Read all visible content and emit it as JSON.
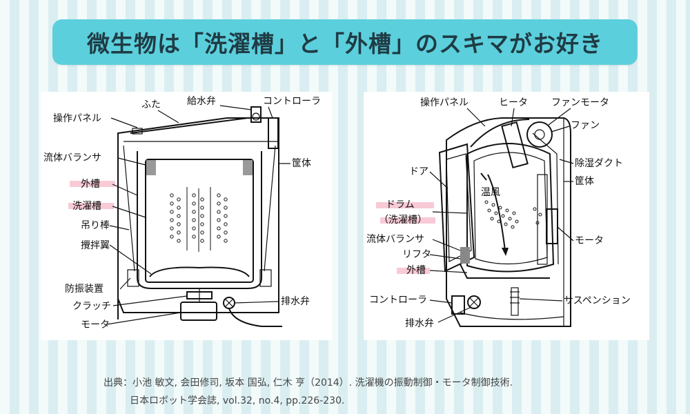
{
  "title": "微生物は「洗濯槽」と「外槽」のスキマがお好き",
  "left_diagram": {
    "labels": {
      "lid": "ふた",
      "water_valve": "給水弁",
      "controller": "コントローラ",
      "control_panel": "操作パネル",
      "fluid_balancer": "流体バランサ",
      "cabinet": "筐体",
      "outer_tub": "外槽",
      "washing_tub": "洗濯槽",
      "suspension_rod": "吊り棒",
      "agitator": "攪拌翼",
      "vibration_damper": "防振装置",
      "clutch": "クラッチ",
      "motor": "モータ",
      "drain_valve": "排水弁"
    }
  },
  "right_diagram": {
    "labels": {
      "control_panel": "操作パネル",
      "heater": "ヒータ",
      "fan_motor": "ファンモータ",
      "fan": "ファン",
      "dehumid_duct": "除湿ダクト",
      "cabinet": "筐体",
      "door": "ドア",
      "warm_air": "温風",
      "drum": "ドラム",
      "drum_note": "（洗濯槽）",
      "fluid_balancer": "流体バランサ",
      "lifter": "リフタ",
      "outer_tub": "外槽",
      "motor": "モータ",
      "controller": "コントローラ",
      "suspension": "サスペンション",
      "drain_valve": "排水弁"
    }
  },
  "citation": {
    "line1": "出典：小池 敏文, 会田修司, 坂本 国弘, 仁木 亨（2014）. 洗濯機の振動制御・モータ制御技術.",
    "line2": "日本ロボット学会誌, vol.32, no.4, pp.226-230."
  },
  "colors": {
    "title_bg": "#5ccfdc",
    "highlight": "#f5b8c8",
    "background": "#e3f3f5"
  }
}
